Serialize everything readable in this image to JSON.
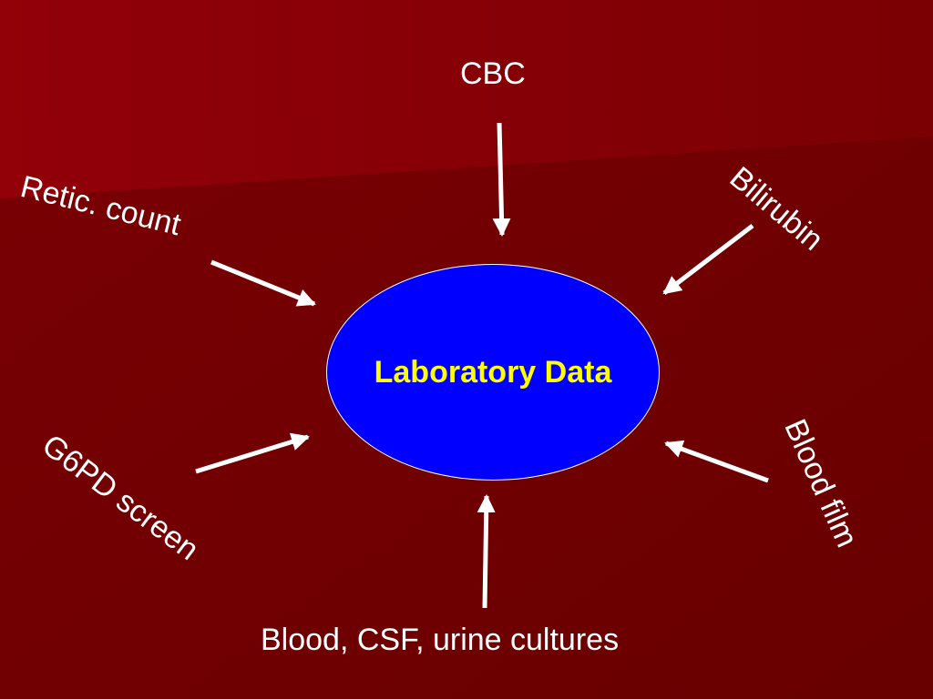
{
  "diagram": {
    "center": "Laboratory Data",
    "inputs": [
      "CBC",
      "Bilirubin",
      "Blood film",
      "Blood, CSF, urine cultures",
      "G6PD screen",
      "Retic. count"
    ]
  },
  "colors": {
    "background_dark": "#6e0000",
    "background_light": "#8c0008",
    "center_fill": "#0000ff",
    "center_text": "#ffff00",
    "label_text": "#ffffff",
    "arrow": "#ffffff"
  }
}
